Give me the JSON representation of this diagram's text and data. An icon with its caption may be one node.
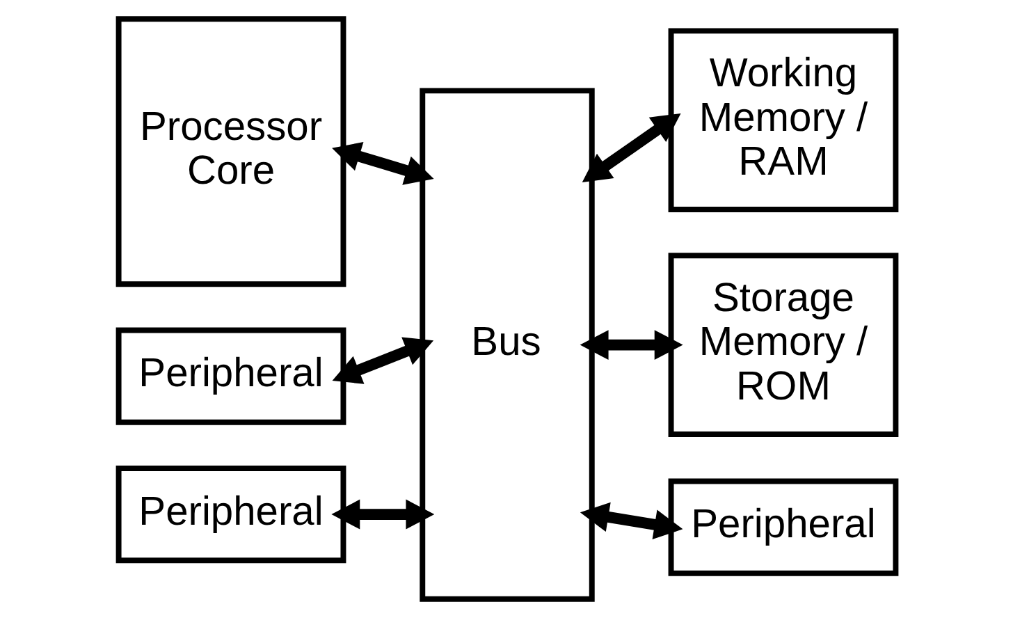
{
  "diagram": {
    "nodes": [
      {
        "text": [
          "Processor Core"
        ]
      },
      {
        "text": [
          "Peripheral"
        ]
      },
      {
        "text": [
          "Peripheral"
        ]
      },
      {
        "text": [
          "Bus"
        ]
      },
      {
        "text": [
          "Working Memory / RAM"
        ]
      },
      {
        "text": [
          "Storage Memory / ROM"
        ]
      },
      {
        "text": [
          "Peripheral"
        ]
      }
    ],
    "edges": [
      {
        "from": 0,
        "to": 3,
        "arrow": "both"
      },
      {
        "from": 1,
        "to": 3,
        "arrow": "both"
      },
      {
        "from": 2,
        "to": 3,
        "arrow": "both"
      },
      {
        "from": 3,
        "to": 4,
        "arrow": "both"
      },
      {
        "from": 3,
        "to": 5,
        "arrow": "both"
      },
      {
        "from": 3,
        "to": 6,
        "arrow": "both"
      }
    ]
  }
}
